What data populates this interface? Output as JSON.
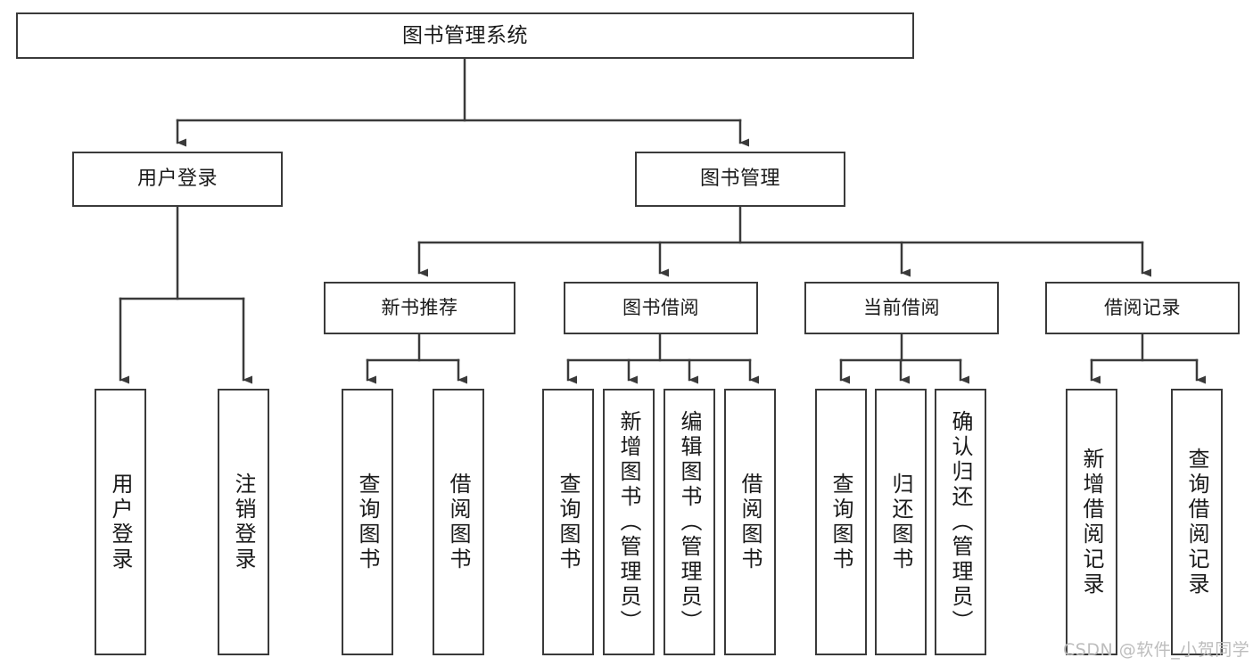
{
  "diagram": {
    "type": "tree",
    "title": "图书管理系统",
    "watermark": "CSDN @软件_小贺同学",
    "colors": {
      "stroke": "#3a3a3a",
      "fill": "#ffffff",
      "text": "#1a1a1a",
      "watermark": "#bdbdbd"
    },
    "nodes": {
      "root": {
        "label": "图书管理系统"
      },
      "level1": [
        {
          "label": "用户登录"
        },
        {
          "label": "图书管理"
        }
      ],
      "level2": [
        {
          "label": "新书推荐"
        },
        {
          "label": "图书借阅"
        },
        {
          "label": "当前借阅"
        },
        {
          "label": "借阅记录"
        }
      ],
      "leaves": [
        {
          "label": "用户登录"
        },
        {
          "label": "注销登录"
        },
        {
          "label": "查询图书"
        },
        {
          "label": "借阅图书"
        },
        {
          "label": "查询图书"
        },
        {
          "label": "新增图书（管理员）"
        },
        {
          "label": "编辑图书（管理员）"
        },
        {
          "label": "借阅图书"
        },
        {
          "label": "查询图书"
        },
        {
          "label": "归还图书"
        },
        {
          "label": "确认归还（管理员）"
        },
        {
          "label": "新增借阅记录"
        },
        {
          "label": "查询借阅记录"
        }
      ]
    }
  }
}
